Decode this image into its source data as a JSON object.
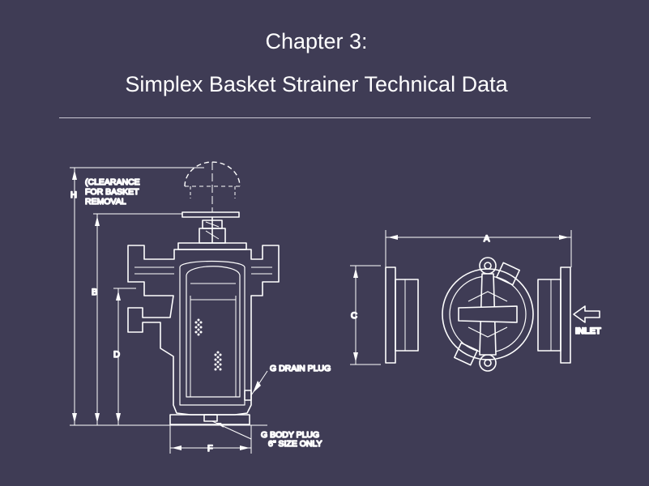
{
  "slide": {
    "chapter": "Chapter 3:",
    "title": "Simplex Basket Strainer Technical Data"
  },
  "drawing": {
    "side_view": {
      "clearance_line1": "(CLEARANCE",
      "clearance_line2": "FOR BASKET",
      "clearance_line3": "REMOVAL",
      "dim_h": "H",
      "dim_b": "B",
      "dim_d": "D",
      "dim_f": "F",
      "drain_plug": "G  DRAIN PLUG",
      "body_plug_line1": "G  BODY PLUG",
      "body_plug_line2": "6\" SIZE ONLY"
    },
    "top_view": {
      "dim_a": "A",
      "dim_c": "C",
      "inlet": "INLET"
    }
  }
}
